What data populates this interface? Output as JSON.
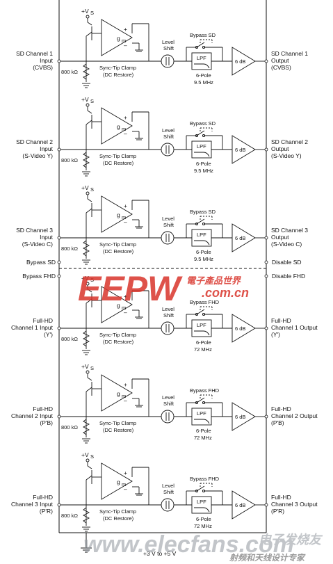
{
  "channels": [
    {
      "input": [
        "SD Channel 1",
        "Input",
        "(CVBS)"
      ],
      "output": [
        "SD Channel 1",
        "Output",
        "(CVBS)"
      ],
      "bypass": "Bypass SD",
      "filter_pole": "6-Pole",
      "filter_freq": "9.5 MHz"
    },
    {
      "input": [
        "SD Channel 2",
        "Input",
        "(S-Video Y)"
      ],
      "output": [
        "SD Channel 2",
        "Output",
        "(S-Video Y)"
      ],
      "bypass": "Bypass SD",
      "filter_pole": "6-Pole",
      "filter_freq": "9.5 MHz"
    },
    {
      "input": [
        "SD Channel 3",
        "Input",
        "(S-Video C)"
      ],
      "output": [
        "SD Channel 3",
        "Output",
        "(S-Video C)"
      ],
      "bypass": "Bypass SD",
      "filter_pole": "6-Pole",
      "filter_freq": "9.5 MHz"
    },
    {
      "input": [
        "Full-HD",
        "Channel 1 Input",
        "(Y')"
      ],
      "output": [
        "Full-HD",
        "Channel 1 Output",
        "(Y')"
      ],
      "bypass": "Bypass FHD",
      "filter_pole": "6-Pole",
      "filter_freq": "72 MHz"
    },
    {
      "input": [
        "Full-HD",
        "Channel 2 Input",
        "(P'B)"
      ],
      "output": [
        "Full-HD",
        "Channel 2 Output",
        "(P'B)"
      ],
      "bypass": "Bypass FHD",
      "filter_pole": "6-Pole",
      "filter_freq": "72 MHz"
    },
    {
      "input": [
        "Full-HD",
        "Channel 3 Input",
        "(P'R)"
      ],
      "output": [
        "Full-HD",
        "Channel 3 Output",
        "(P'R)"
      ],
      "bypass": "Bypass FHD",
      "filter_pole": "6-Pole",
      "filter_freq": "72 MHz"
    }
  ],
  "common": {
    "supply": "+V",
    "supply_sub": "S",
    "amp": "g",
    "amp_sub": "m",
    "resistor": "800 kΩ",
    "clamp_line1": "Sync-Tip Clamp",
    "clamp_line2": "(DC Restore)",
    "level_line1": "Level",
    "level_line2": "Shift",
    "lpf": "LPF",
    "gain": "6 dB",
    "plus": "+",
    "minus": "–"
  },
  "controls": {
    "bypass_sd": "Bypass SD",
    "disable_sd": "Disable SD",
    "bypass_fhd": "Bypass FHD",
    "disable_fhd": "Disable FHD"
  },
  "footer": {
    "supply_range": "+3 V to +5 V"
  },
  "watermarks": {
    "eepw_logo": "EEPW",
    "eepw_cn": "電子產品世界",
    "eepw_url": ".com.cn",
    "elecfans": "www.elecfans.com",
    "elecfans_cn1": "电子发烧友",
    "elecfans_cn2": "射频和天线设计专家"
  },
  "colors": {
    "watermark_red": "#d9342b",
    "line": "#111111"
  }
}
